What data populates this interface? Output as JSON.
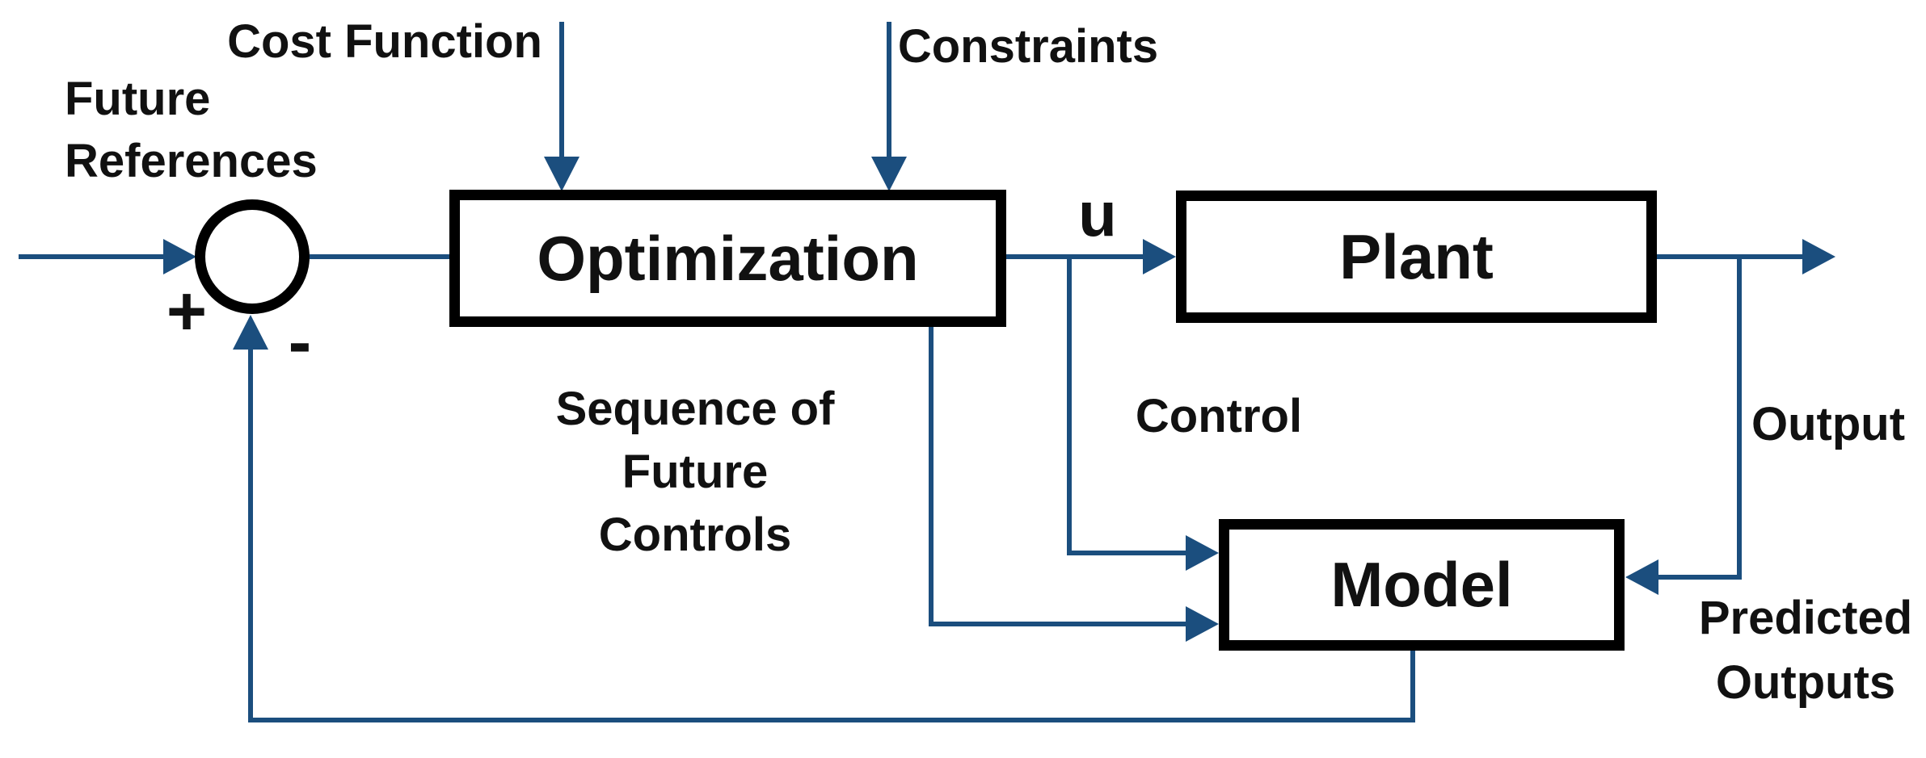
{
  "diagram": {
    "title": "Model Predictive Control block diagram",
    "colors": {
      "line_blue": "#1b4e7e",
      "box_border": "#000000",
      "text": "#111111",
      "background": "#ffffff"
    },
    "blocks": {
      "optimization": "Optimization",
      "plant": "Plant",
      "model": "Model"
    },
    "summing_junction": {
      "plus": "+",
      "minus": "-"
    },
    "labels": {
      "cost_function": "Cost Function",
      "constraints": "Constraints",
      "future_references": [
        "Future",
        "References"
      ],
      "u": "u",
      "sequence_of_future_controls": [
        "Sequence of",
        "Future",
        "Controls"
      ],
      "control": "Control",
      "output": "Output",
      "predicted_outputs": [
        "Predicted",
        "Outputs"
      ]
    },
    "edges": [
      "future-references -> summing-junction (+)",
      "cost-function -> optimization (top input)",
      "constraints -> optimization (top input)",
      "summing-junction -> optimization",
      "optimization -> plant (u)",
      "u branch -> model (upper left input, control)",
      "optimization bottom (sequence of future controls) -> model (lower left input)",
      "plant -> output (external arrow)",
      "plant output branch -> model (right input)",
      "model (predicted outputs) -> summing-junction (-)"
    ]
  }
}
